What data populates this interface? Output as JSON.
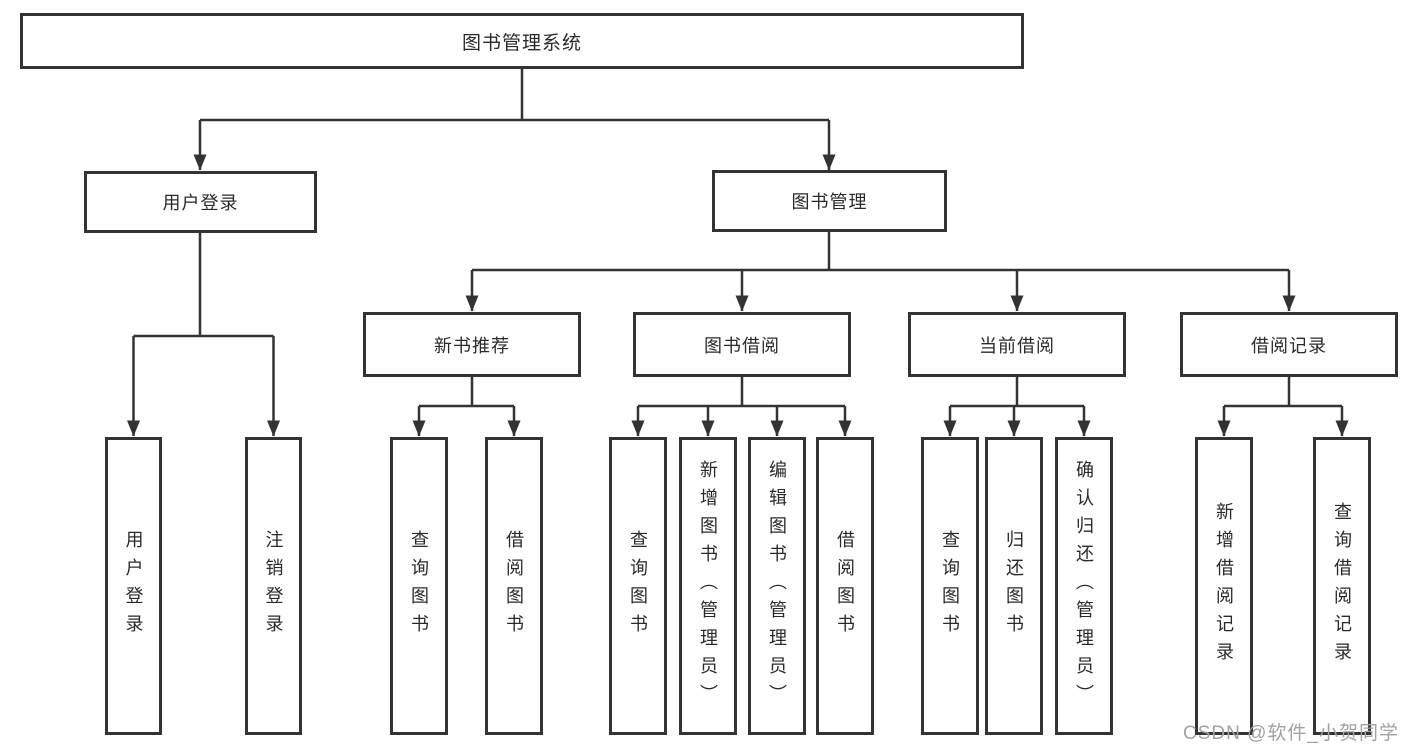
{
  "tree": {
    "root": "图书管理系统",
    "branches": [
      {
        "label": "用户登录",
        "children": [
          "用户登录",
          "注销登录"
        ]
      },
      {
        "label": "图书管理",
        "groups": [
          {
            "label": "新书推荐",
            "children": [
              "查询图书",
              "借阅图书"
            ]
          },
          {
            "label": "图书借阅",
            "children": [
              "查询图书",
              "新增图书（管理员）",
              "编辑图书（管理员）",
              "借阅图书"
            ]
          },
          {
            "label": "当前借阅",
            "children": [
              "查询图书",
              "归还图书",
              "确认归还（管理员）"
            ]
          },
          {
            "label": "借阅记录",
            "children": [
              "新增借阅记录",
              "查询借阅记录"
            ]
          }
        ]
      }
    ]
  },
  "watermark": {
    "text": "CSDN @软件_小贺同学"
  },
  "colors": {
    "line": "#333333",
    "node_border": "#333333",
    "text": "#2a2a2a",
    "background": "#ffffff",
    "watermark": "#a2a2a2"
  }
}
